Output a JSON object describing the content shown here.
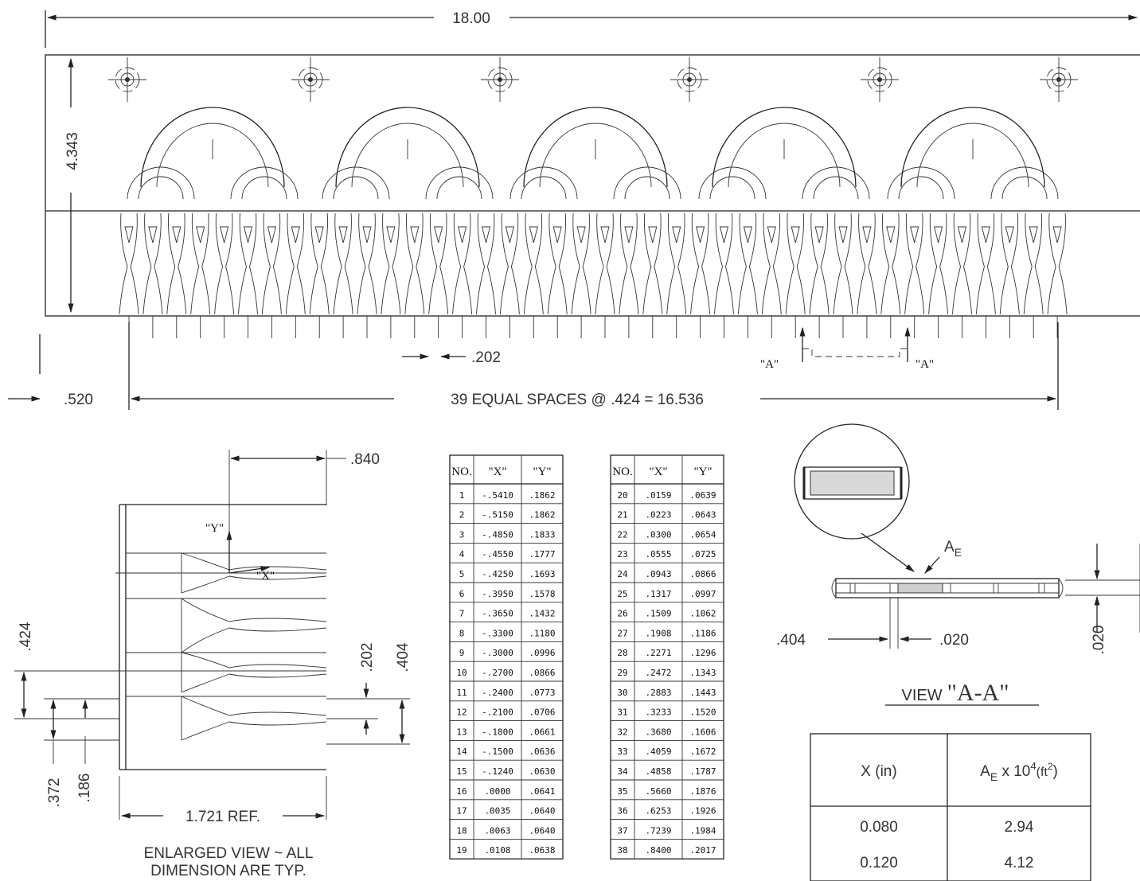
{
  "top_dims": {
    "overall_width": "18.00",
    "height": "4.343",
    "gap": ".202",
    "offset": ".520",
    "spacing": "39 EQUAL SPACES @ .424 = 16.536",
    "section_left": "\"A\"",
    "section_right": "\"A\""
  },
  "enlarged": {
    "width_dim": ".840",
    "y_axis": "\"Y\"",
    "x_axis": "\"X\"",
    "dim_424": ".424",
    "dim_202": ".202",
    "dim_404": ".404",
    "dim_372": ".372",
    "dim_186": ".186",
    "ref": "1.721 REF.",
    "caption_line1": "ENLARGED VIEW ~ ALL",
    "caption_line2": "DIMENSION ARE TYP."
  },
  "coord_table_1": {
    "headers": [
      "NO.",
      "\"X\"",
      "\"Y\""
    ],
    "rows": [
      [
        "1",
        "-.5410",
        ".1862"
      ],
      [
        "2",
        "-.5150",
        ".1862"
      ],
      [
        "3",
        "-.4850",
        ".1833"
      ],
      [
        "4",
        "-.4550",
        ".1777"
      ],
      [
        "5",
        "-.4250",
        ".1693"
      ],
      [
        "6",
        "-.3950",
        ".1578"
      ],
      [
        "7",
        "-.3650",
        ".1432"
      ],
      [
        "8",
        "-.3300",
        ".1180"
      ],
      [
        "9",
        "-.3000",
        ".0996"
      ],
      [
        "10",
        "-.2700",
        ".0866"
      ],
      [
        "11",
        "-.2400",
        ".0773"
      ],
      [
        "12",
        "-.2100",
        ".0706"
      ],
      [
        "13",
        "-.1800",
        ".0661"
      ],
      [
        "14",
        "-.1500",
        ".0636"
      ],
      [
        "15",
        "-.1240",
        ".0630"
      ],
      [
        "16",
        ".0000",
        ".0641"
      ],
      [
        "17",
        ".0035",
        ".0640"
      ],
      [
        "18",
        ".0063",
        ".0640"
      ],
      [
        "19",
        ".0108",
        ".0638"
      ]
    ]
  },
  "coord_table_2": {
    "headers": [
      "NO.",
      "\"X\"",
      "\"Y\""
    ],
    "rows": [
      [
        "20",
        ".0159",
        ".0639"
      ],
      [
        "21",
        ".0223",
        ".0643"
      ],
      [
        "22",
        ".0300",
        ".0654"
      ],
      [
        "23",
        ".0555",
        ".0725"
      ],
      [
        "24",
        ".0943",
        ".0866"
      ],
      [
        "25",
        ".1317",
        ".0997"
      ],
      [
        "26",
        ".1509",
        ".1062"
      ],
      [
        "27",
        ".1908",
        ".1186"
      ],
      [
        "28",
        ".2271",
        ".1296"
      ],
      [
        "29",
        ".2472",
        ".1343"
      ],
      [
        "30",
        ".2883",
        ".1443"
      ],
      [
        "31",
        ".3233",
        ".1520"
      ],
      [
        "32",
        ".3680",
        ".1606"
      ],
      [
        "33",
        ".4059",
        ".1672"
      ],
      [
        "34",
        ".4858",
        ".1787"
      ],
      [
        "35",
        ".5660",
        ".1876"
      ],
      [
        "36",
        ".6253",
        ".1926"
      ],
      [
        "37",
        ".7239",
        ".1984"
      ],
      [
        "38",
        ".8400",
        ".2017"
      ]
    ]
  },
  "view_aa": {
    "area_label": "A",
    "area_sub": "E",
    "dim_404": ".404",
    "dim_020": ".020",
    "dim_020_vert": ".020",
    "title_prefix": "VIEW",
    "title_section": "\"A-A\""
  },
  "area_table": {
    "header_x": "X (in)",
    "header_a": "A",
    "header_a_sub": "E",
    "header_a_rest": " x 10",
    "header_a_exp": "4",
    "header_a_unit": "(ft",
    "header_a_unit_exp": "2",
    "header_a_close": ")",
    "rows": [
      [
        "0.080",
        "2.94"
      ],
      [
        "0.120",
        "4.12"
      ]
    ]
  }
}
